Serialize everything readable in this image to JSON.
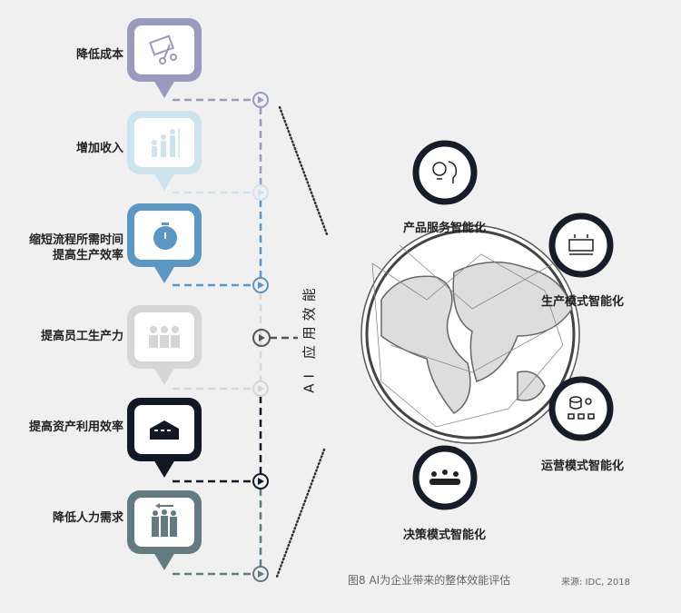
{
  "benefits": [
    {
      "label": "降低成本",
      "icon": "card-scissors-icon",
      "color": "#9a99c0"
    },
    {
      "label": "增加收入",
      "icon": "growth-chart-icon",
      "color": "#cde3ee"
    },
    {
      "label_lines": [
        "缩短流程所需时间",
        "提高生产效率"
      ],
      "icon": "stopwatch-icon",
      "color": "#5a97c2"
    },
    {
      "label": "提高员工生产力",
      "icon": "employees-icon",
      "color": "#d6d6d6"
    },
    {
      "label": "提高资产利用效率",
      "icon": "warehouse-icon",
      "color": "#121826"
    },
    {
      "label": "降低人力需求",
      "icon": "people-reduce-icon",
      "color": "#627a80"
    }
  ],
  "center_label": "AI 应用效能",
  "nodes": [
    {
      "label": "产品服务智能化",
      "icon": "lightbulb-head-icon"
    },
    {
      "label": "生产模式智能化",
      "icon": "factory-icon"
    },
    {
      "label": "运营模式智能化",
      "icon": "database-network-icon"
    },
    {
      "label": "决策模式智能化",
      "icon": "meeting-icon"
    }
  ],
  "caption": "图8 AI为企业带来的整体效能评估",
  "source": "来源: IDC, 2018"
}
